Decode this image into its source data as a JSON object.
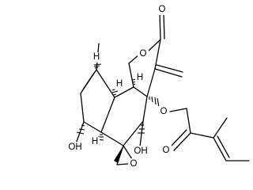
{
  "molecule": {
    "atom_labels": {
      "o_lactone_ring": "O",
      "o_carbonyl": "O",
      "h_top_left": "H",
      "h_top_center": "H",
      "h_top_right": "H",
      "h_bottom": "H",
      "o_ester": "O",
      "o_ester_carbonyl": "O",
      "oh_left": "OH",
      "oh_right": "OH",
      "o_epoxide": "O"
    }
  }
}
